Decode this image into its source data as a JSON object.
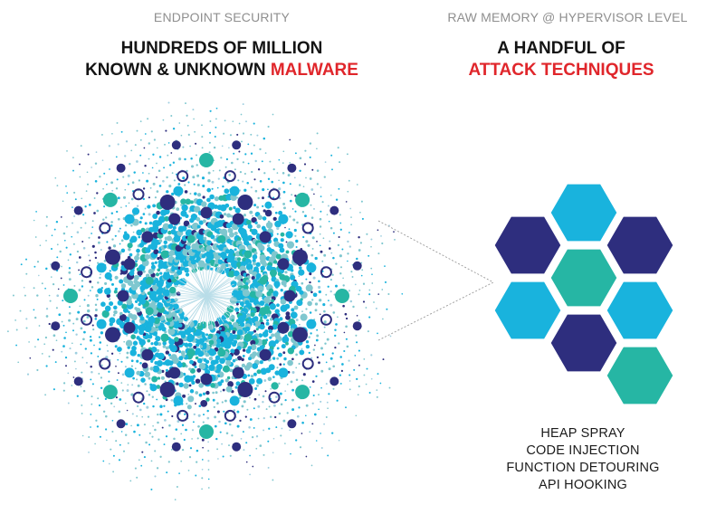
{
  "left": {
    "eyebrow": "ENDPOINT SECURITY",
    "headline_line1": "HUNDREDS OF MILLION",
    "headline_line2_prefix": "KNOWN & UNKNOWN ",
    "headline_line2_highlight": "MALWARE"
  },
  "right": {
    "eyebrow": "RAW MEMORY @ HYPERVISOR LEVEL",
    "headline_line1": "A HANDFUL OF",
    "headline_line2_highlight": "ATTACK TECHNIQUES",
    "techniques": [
      "HEAP SPRAY",
      "CODE INJECTION",
      "FUNCTION DETOURING",
      "API HOOKING"
    ]
  },
  "colors": {
    "highlight": "#e0262b",
    "navy": "#2e2e7e",
    "blue": "#19b3dd",
    "teal": "#26b6a4",
    "light_teal": "#7fc7cf"
  },
  "hex_colors": [
    "blue",
    "navy",
    "navy",
    "teal",
    "blue",
    "blue",
    "navy",
    "teal"
  ]
}
